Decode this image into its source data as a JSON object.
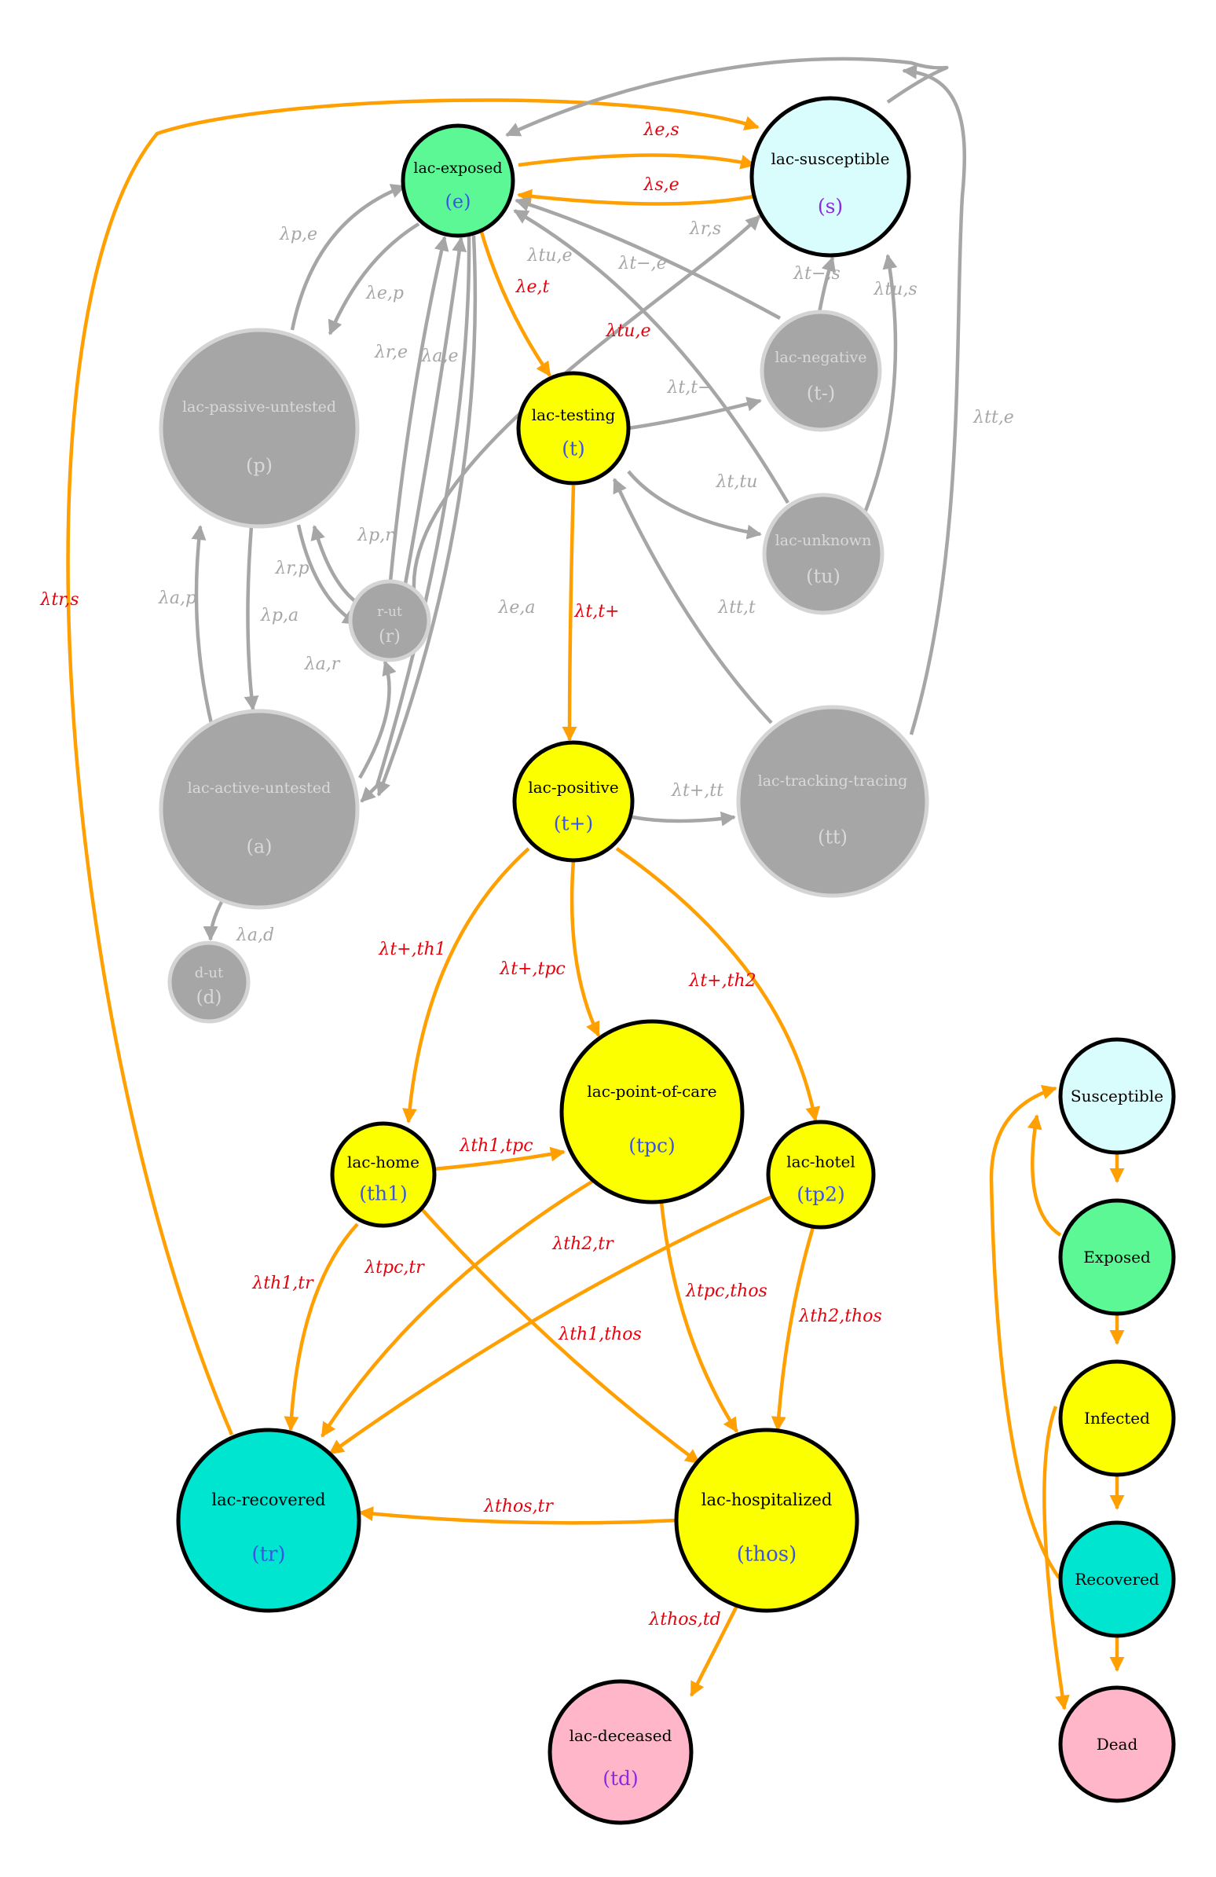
{
  "colors": {
    "edge_orange": "#FF9F00",
    "edge_gray": "#A6A6A6",
    "label_red": "#E8000B",
    "id_blue": "#3A55E6",
    "id_purple": "#8A2BE2",
    "gray_node": "#A6A6A6",
    "gray_text": "#D9D9D9",
    "exposed": "#5CF896",
    "susceptible": "#D9FCFC",
    "testing": "#FBFF00",
    "recovered": "#00E5D0",
    "deceased": "#FFB6C8"
  },
  "nodes": [
    {
      "id": "e",
      "name": "lac-exposed",
      "code": "(e)",
      "active": true,
      "fill": "exposed",
      "code_color": "id_blue"
    },
    {
      "id": "s",
      "name": "lac-susceptible",
      "code": "(s)",
      "active": true,
      "fill": "susceptible",
      "code_color": "id_purple"
    },
    {
      "id": "p",
      "name": "lac-passive-untested",
      "code": "(p)",
      "active": false
    },
    {
      "id": "tminus",
      "name": "lac-negative",
      "code": "(t-)",
      "active": false
    },
    {
      "id": "t",
      "name": "lac-testing",
      "code": "(t)",
      "active": true,
      "fill": "testing",
      "code_color": "id_blue"
    },
    {
      "id": "tu",
      "name": "lac-unknown",
      "code": "(tu)",
      "active": false
    },
    {
      "id": "r",
      "name": "r-ut",
      "code": "(r)",
      "active": false
    },
    {
      "id": "a",
      "name": "lac-active-untested",
      "code": "(a)",
      "active": false
    },
    {
      "id": "tplus",
      "name": "lac-positive",
      "code": "(t+)",
      "active": true,
      "fill": "testing",
      "code_color": "id_blue"
    },
    {
      "id": "tt",
      "name": "lac-tracking-tracing",
      "code": "(tt)",
      "active": false
    },
    {
      "id": "d",
      "name": "d-ut",
      "code": "(d)",
      "active": false
    },
    {
      "id": "tpc",
      "name": "lac-point-of-care",
      "code": "(tpc)",
      "active": true,
      "fill": "testing",
      "code_color": "id_blue"
    },
    {
      "id": "th1",
      "name": "lac-home",
      "code": "(th1)",
      "active": true,
      "fill": "testing",
      "code_color": "id_blue"
    },
    {
      "id": "tp2",
      "name": "lac-hotel",
      "code": "(tp2)",
      "active": true,
      "fill": "testing",
      "code_color": "id_blue"
    },
    {
      "id": "tr",
      "name": "lac-recovered",
      "code": "(tr)",
      "active": true,
      "fill": "recovered",
      "code_color": "id_blue"
    },
    {
      "id": "thos",
      "name": "lac-hospitalized",
      "code": "(thos)",
      "active": true,
      "fill": "testing",
      "code_color": "id_blue"
    },
    {
      "id": "td",
      "name": "lac-deceased",
      "code": "(td)",
      "active": true,
      "fill": "deceased",
      "code_color": "id_purple"
    }
  ],
  "edge_labels": [
    {
      "id": "es",
      "text": "λe,s",
      "active": true
    },
    {
      "id": "se",
      "text": "λs,e",
      "active": true
    },
    {
      "id": "pe",
      "text": "λp,e",
      "active": false
    },
    {
      "id": "ep",
      "text": "λe,p",
      "active": false
    },
    {
      "id": "et",
      "text": "λe,t",
      "active": true
    },
    {
      "id": "tue",
      "text": "λtu,e",
      "active": false
    },
    {
      "id": "tme",
      "text": "λt−,e",
      "active": false
    },
    {
      "id": "rs",
      "text": "λr,s",
      "active": false
    },
    {
      "id": "tms",
      "text": "λt−,s",
      "active": false
    },
    {
      "id": "tus",
      "text": "λtu,s",
      "active": false
    },
    {
      "id": "tue_red",
      "text": "λtu,e",
      "active": true
    },
    {
      "id": "re",
      "text": "λr,e",
      "active": false
    },
    {
      "id": "ae",
      "text": "λa,e",
      "active": false
    },
    {
      "id": "ttm",
      "text": "λt,t−",
      "active": false
    },
    {
      "id": "tte",
      "text": "λtt,e",
      "active": false
    },
    {
      "id": "ttu",
      "text": "λt,tu",
      "active": false
    },
    {
      "id": "pr",
      "text": "λp,r",
      "active": false
    },
    {
      "id": "rp",
      "text": "λr,p",
      "active": false
    },
    {
      "id": "ap",
      "text": "λa,p",
      "active": false
    },
    {
      "id": "pa",
      "text": "λp,a",
      "active": false
    },
    {
      "id": "ea",
      "text": "λe,a",
      "active": false
    },
    {
      "id": "ar",
      "text": "λa,r",
      "active": false
    },
    {
      "id": "ttt",
      "text": "λtt,t",
      "active": false
    },
    {
      "id": "tr_s",
      "text": "λtr,s",
      "active": true
    },
    {
      "id": "ttplus",
      "text": "λt,t+",
      "active": true
    },
    {
      "id": "tptt",
      "text": "λt+,tt",
      "active": false
    },
    {
      "id": "ad",
      "text": "λa,d",
      "active": false
    },
    {
      "id": "tpth1",
      "text": "λt+,th1",
      "active": true
    },
    {
      "id": "tptpc",
      "text": "λt+,tpc",
      "active": true
    },
    {
      "id": "tpth2",
      "text": "λt+,th2",
      "active": true
    },
    {
      "id": "th1tpc",
      "text": "λth1,tpc",
      "active": true
    },
    {
      "id": "th2tr",
      "text": "λth2,tr",
      "active": true
    },
    {
      "id": "th1tr",
      "text": "λth1,tr",
      "active": true
    },
    {
      "id": "tpctr",
      "text": "λtpc,tr",
      "active": true
    },
    {
      "id": "tpcthos",
      "text": "λtpc,thos",
      "active": true
    },
    {
      "id": "th2thos",
      "text": "λth2,thos",
      "active": true
    },
    {
      "id": "th1thos",
      "text": "λth1,thos",
      "active": true
    },
    {
      "id": "thostr",
      "text": "λthos,tr",
      "active": true
    },
    {
      "id": "thostd",
      "text": "λthos,td",
      "active": true
    }
  ],
  "legend": {
    "nodes": [
      {
        "id": "L_s",
        "label": "Susceptible",
        "fill": "susceptible"
      },
      {
        "id": "L_e",
        "label": "Exposed",
        "fill": "exposed"
      },
      {
        "id": "L_i",
        "label": "Infected",
        "fill": "testing"
      },
      {
        "id": "L_r",
        "label": "Recovered",
        "fill": "recovered"
      },
      {
        "id": "L_d",
        "label": "Dead",
        "fill": "deceased"
      }
    ]
  }
}
